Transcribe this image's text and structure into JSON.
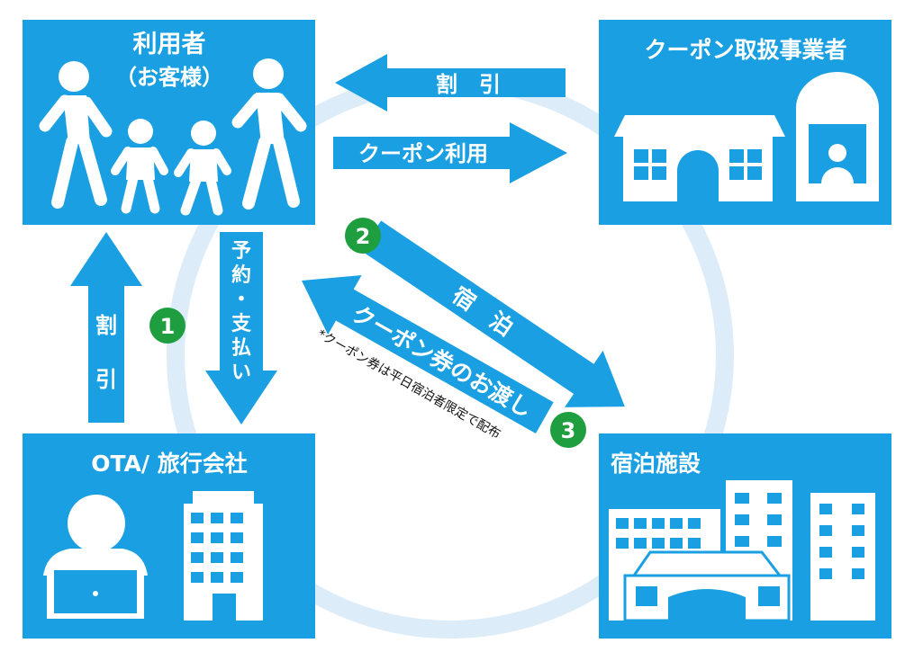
{
  "colors": {
    "box": "#1aa0e2",
    "arrow": "#1aa0e2",
    "ring": "#dcecf8",
    "badge": "#1e9e3e",
    "white": "#ffffff"
  },
  "nodes": {
    "user": {
      "title": "利用者",
      "subtitle": "（お客様）"
    },
    "coupon": {
      "title": "クーポン取扱事業者"
    },
    "ota": {
      "title": "OTA/ 旅行会社"
    },
    "hotel": {
      "title": "宿泊施設"
    }
  },
  "arrows": {
    "discount_top": "割　引",
    "coupon_use": "クーポン利用",
    "discount_left_1": "割",
    "discount_left_2": "引",
    "booking": [
      "予",
      "約",
      "・",
      "支",
      "払",
      "い"
    ],
    "stay": "宿　泊",
    "handover": "クーポン券のお渡し"
  },
  "badges": [
    "1",
    "2",
    "3"
  ],
  "note": "*クーポン券は平日宿泊者限定で配布"
}
